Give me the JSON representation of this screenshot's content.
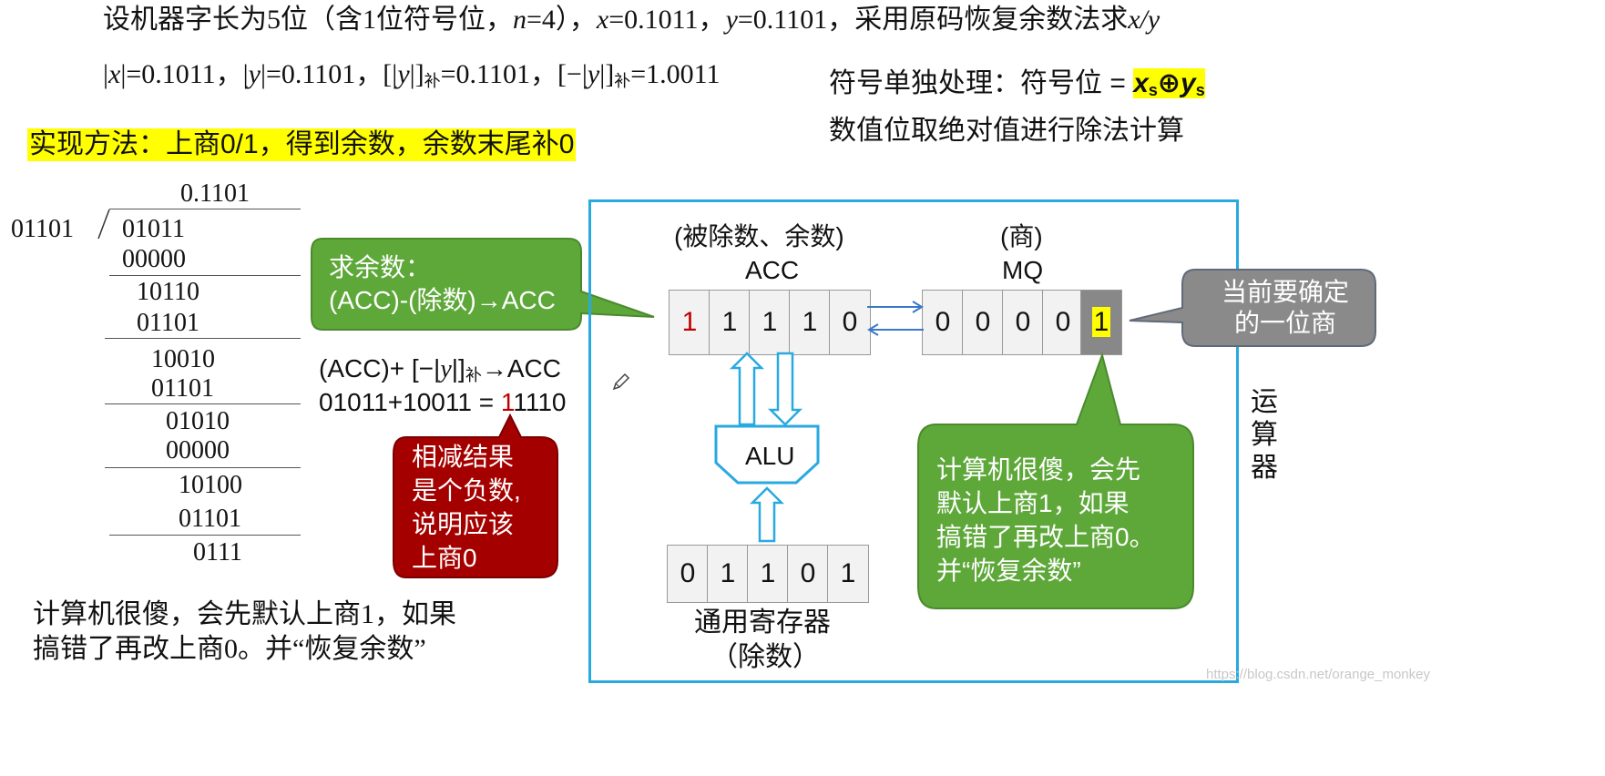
{
  "header": {
    "line1_a": "设机器字长为5位（含1位符号位，",
    "line1_n": "n",
    "line1_b": "=4），",
    "line1_x": "x",
    "line1_c": "=0.1011，",
    "line1_y": "y",
    "line1_d": "=0.1101，采用原码恢复余数法求",
    "line1_xy": "x/y",
    "line2_a": "|",
    "line2_x": "x",
    "line2_b": "|=0.1011，|",
    "line2_y": "y",
    "line2_c": "|=0.1101，[|",
    "line2_y2": "y",
    "line2_d": "|]",
    "line2_sub1": "补",
    "line2_e": "=0.1101，[−|",
    "line2_y3": "y",
    "line2_f": "|]",
    "line2_sub2": "补",
    "line2_g": "=1.0011"
  },
  "sign_note": {
    "line1_prefix": "符号单独处理：符号位 = ",
    "xs": "x",
    "xs_sub": "s",
    "op": "⊕",
    "ys": "y",
    "ys_sub": "s",
    "line2": "数值位取绝对值进行除法计算"
  },
  "method": "实现方法：上商0/1，得到余数，余数末尾补0",
  "long_division": {
    "quotient": "0.1101",
    "divisor": "01101",
    "rows": [
      "01011",
      "00000",
      "10110",
      "01101",
      "10010",
      "01101",
      "01010",
      "00000",
      "10100",
      "01101",
      "0111"
    ]
  },
  "callout_remainder": {
    "line1": "求余数：",
    "line2": "(ACC)-(除数)→ACC"
  },
  "formula": {
    "line1_a": "(ACC)+ [−|",
    "line1_y": "y",
    "line1_b": "|]",
    "line1_sub": "补",
    "line1_c": "→ACC",
    "line2_a": "01011+10011 = ",
    "line2_red": "1",
    "line2_b": "1110"
  },
  "callout_negative": [
    "相减结果",
    "是个负数,",
    "说明应该",
    "上商0"
  ],
  "bottom_note": [
    "计算机很傻，会先默认上商1，如果",
    "搞错了再改上商0。并“恢复余数”"
  ],
  "alu_diagram": {
    "acc_caption1": "(被除数、余数)",
    "acc_caption2": "ACC",
    "mq_caption1": "(商)",
    "mq_caption2": "MQ",
    "acc_bits": [
      "1",
      "1",
      "1",
      "1",
      "0"
    ],
    "mq_bits": [
      "0",
      "0",
      "0",
      "0",
      "1"
    ],
    "alu_label": "ALU",
    "reg_bits": [
      "0",
      "1",
      "1",
      "0",
      "1"
    ],
    "reg_caption1": "通用寄存器",
    "reg_caption2": "（除数）",
    "unit_label": "运算器",
    "box_color": "#29a9e0"
  },
  "callout_current": [
    "当前要确定",
    "的一位商"
  ],
  "callout_computer": [
    "计算机很傻，会先",
    "默认上商1，如果",
    "搞错了再改上商0。",
    "并“恢复余数”"
  ],
  "watermark": "https://blog.csdn.net/orange_monkey",
  "colors": {
    "green": "#5ea83a",
    "dark_red": "#a50000",
    "gray": "#8a8a8a",
    "highlight": "#ffff00",
    "accent_red": "#c00000"
  }
}
